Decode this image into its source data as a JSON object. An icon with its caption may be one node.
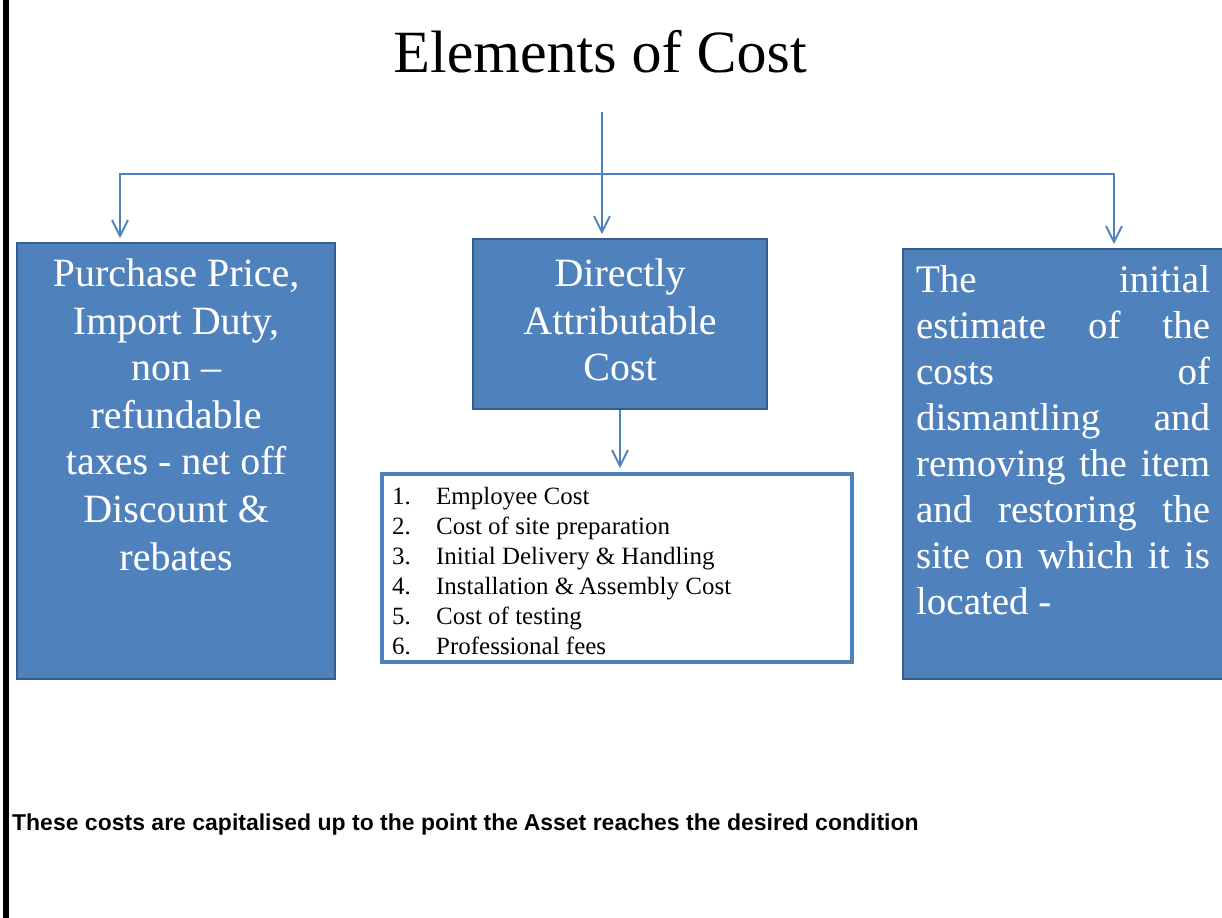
{
  "diagram": {
    "nodes": [
      {
        "text": [
          "Elements of Cost"
        ]
      },
      {
        "text": [
          "Purchase Price, Import Duty, non – refundable taxes  - net off Discount & rebates"
        ]
      },
      {
        "text": [
          "Directly Attributable Cost"
        ]
      },
      {
        "text": [
          "The initial estimate of the costs of dismantling and removing the item and restoring the site on which it is located -"
        ]
      },
      {
        "text": [
          "1.\tEmployee Cost",
          "2.\tCost of site preparation",
          "3.\tInitial Delivery & Handling",
          "4.\tInstallation & Assembly Cost",
          "5.\tCost of testing",
          "6.\tProfessional fees"
        ]
      }
    ],
    "edges": [
      {
        "from": 0,
        "to": 1,
        "arrow": "to"
      },
      {
        "from": 0,
        "to": 2,
        "arrow": "to"
      },
      {
        "from": 0,
        "to": 3,
        "arrow": "to"
      },
      {
        "from": 2,
        "to": 4,
        "arrow": "to"
      }
    ],
    "labels": [
      "These costs are capitalised up to  the point the Asset reaches the desired condition"
    ]
  }
}
